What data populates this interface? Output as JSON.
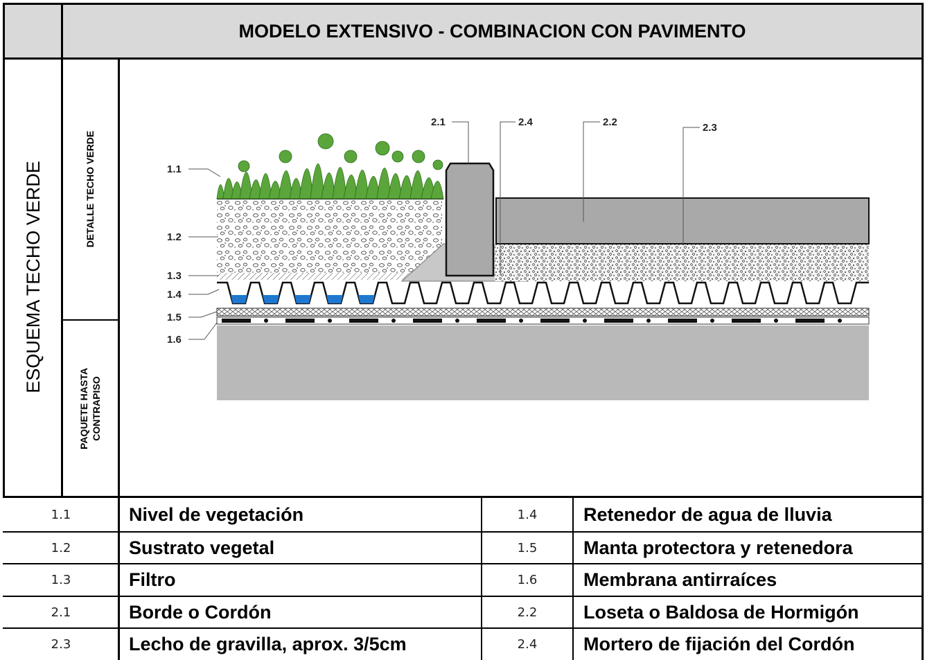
{
  "header": {
    "title": "MODELO EXTENSIVO - COMBINACION CON PAVIMENTO"
  },
  "side": {
    "main_label": "ESQUEMA TECHO VERDE",
    "detail_label": "DETALLE TECHO VERDE",
    "package_label_line1": "PAQUETE HASTA",
    "package_label_line2": "CONTRAPISO"
  },
  "diagram": {
    "callouts": [
      "1.1",
      "1.2",
      "1.3",
      "1.4",
      "1.5",
      "1.6",
      "2.1",
      "2.4",
      "2.2",
      "2.3"
    ]
  },
  "legend": {
    "rows": [
      {
        "code_a": "1.1",
        "label_a": "Nivel de vegetación",
        "code_b": "1.4",
        "label_b": "Retenedor de agua de lluvia"
      },
      {
        "code_a": "1.2",
        "label_a": "Sustrato vegetal",
        "code_b": "1.5",
        "label_b": "Manta protectora y retenedora"
      },
      {
        "code_a": "1.3",
        "label_a": "Filtro",
        "code_b": "1.6",
        "label_b": "Membrana antirraíces"
      },
      {
        "code_a": "2.1",
        "label_a": "Borde o Cordón",
        "code_b": "2.2",
        "label_b": "Loseta o Baldosa de Hormigón"
      },
      {
        "code_a": "2.3",
        "label_a": "Lecho de gravilla, aprox. 3/5cm",
        "code_b": "2.4",
        "label_b": "Mortero de fijación del Cordón"
      }
    ]
  },
  "colors": {
    "header_fill": "#d9d9d9",
    "water": "#1e78d0",
    "vegetation": "#5aa63a",
    "concrete": "#b9b9b9"
  }
}
